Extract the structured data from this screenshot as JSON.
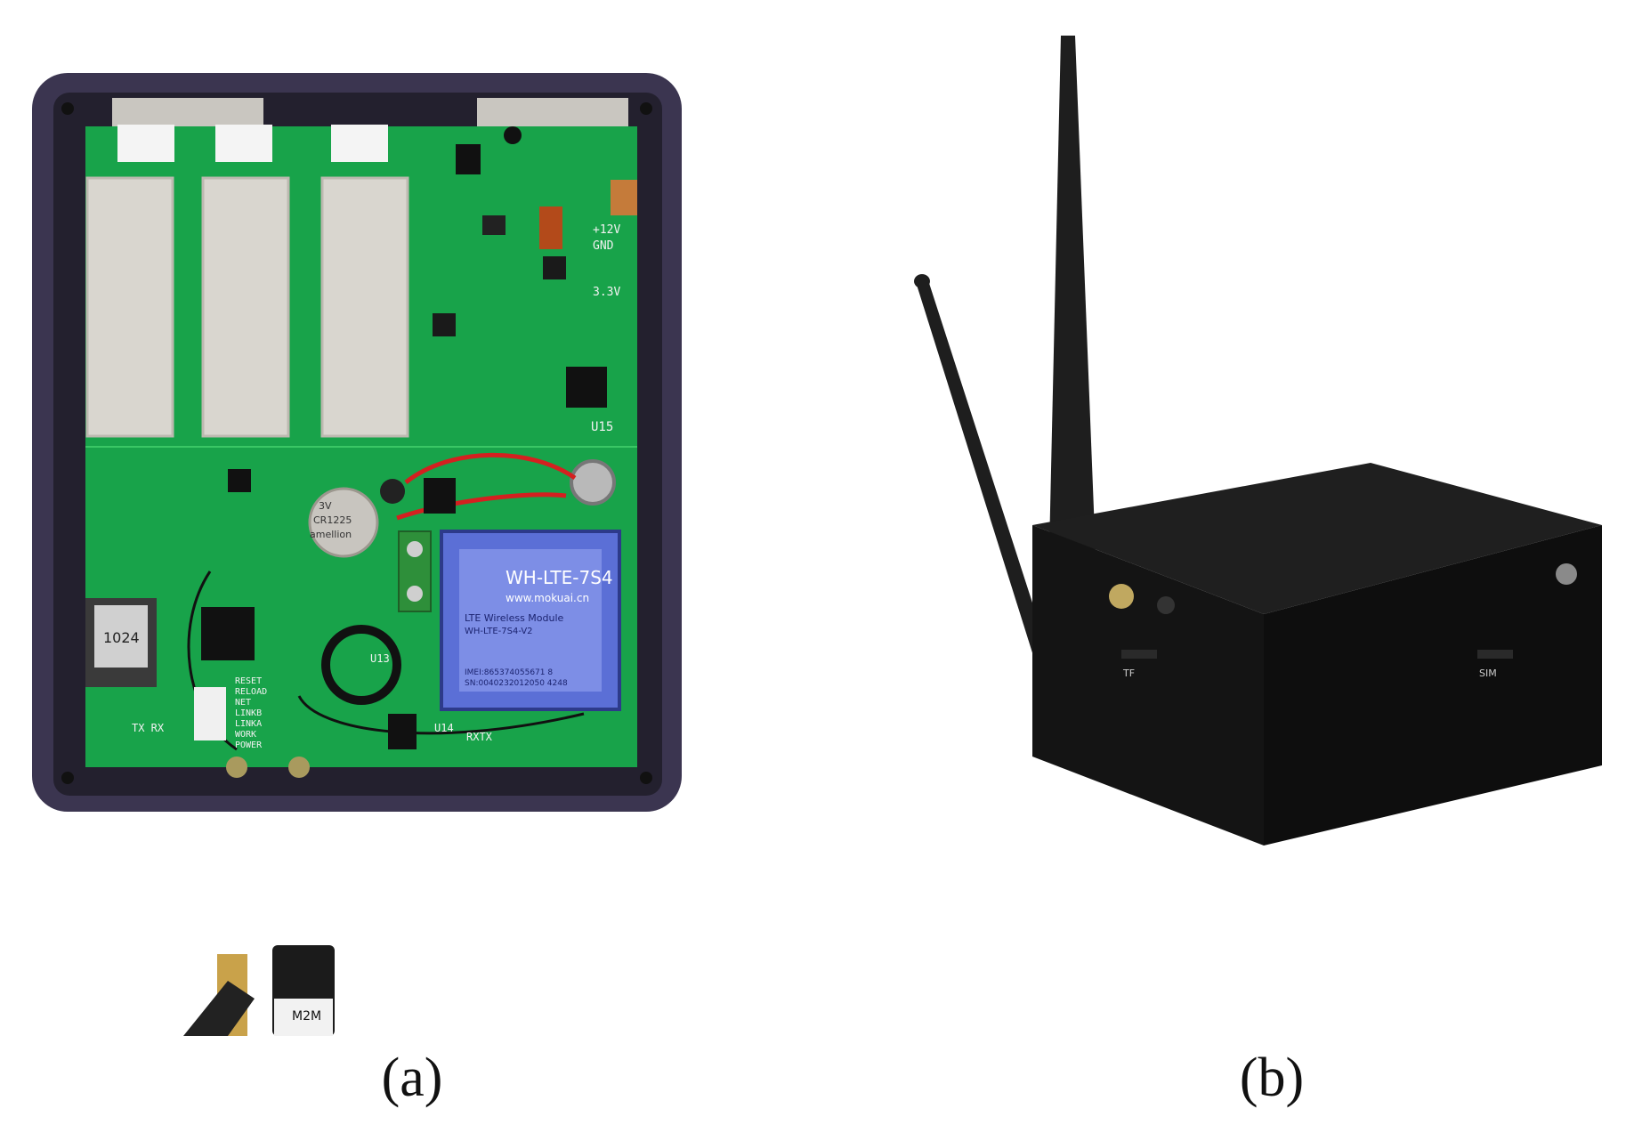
{
  "captions": {
    "a": "(a)",
    "b": "(b)"
  },
  "panel_a": {
    "module_name": "WH-LTE-7S4",
    "module_url": "www.mokuai.cn",
    "module_desc": "LTE Wireless Module",
    "module_model": "WH-LTE-7S4-V2",
    "imei": "IMEI:865374055671 8",
    "sn": "SN:0040232012050 4248",
    "battery_brand": "amellion",
    "battery_model": "CR1225",
    "battery_voltage": "3V",
    "label_u15": "U15",
    "label_u14": "U14",
    "label_u13": "U13",
    "label_12v": "+12V",
    "label_gnd": "GND",
    "label_33v": "3.3V",
    "label_txrx_left": "TX RX",
    "label_rxtx_right": "RXTX",
    "label_handwritten": "1024",
    "label_m2m": "M2M",
    "status_leds": [
      "RESET",
      "RELOAD",
      "NET",
      "LINKB",
      "LINKA",
      "WORK",
      "POWER"
    ],
    "colors": {
      "pcb": "#18a34a",
      "enclosure": "#3b3550",
      "module": "#5b6fd6",
      "shield": "#d9d6cf"
    }
  },
  "panel_b": {
    "label_sim": "SIM",
    "label_tf": "TF",
    "colors": {
      "box": "#141414",
      "antenna": "#1e1e1e"
    }
  }
}
